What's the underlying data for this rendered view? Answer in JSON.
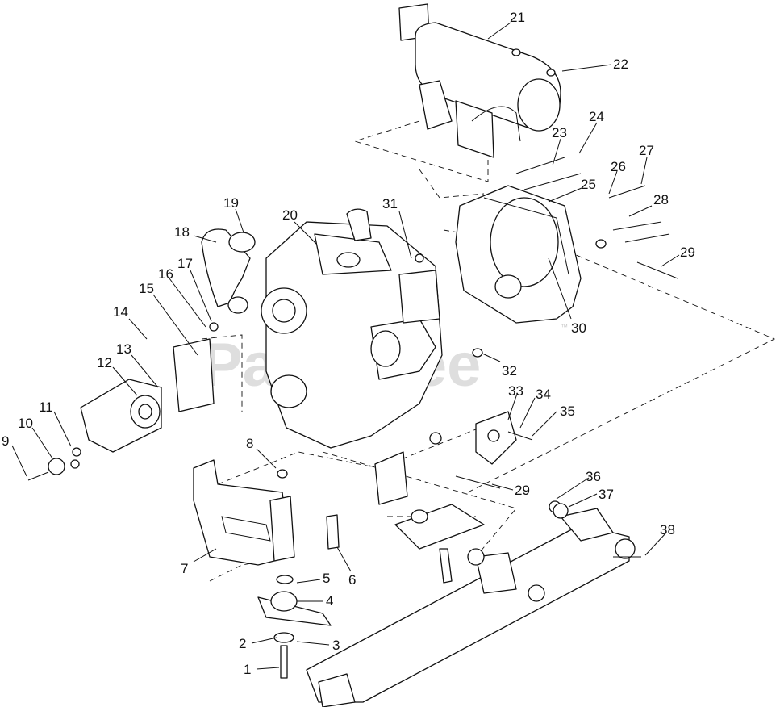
{
  "watermark": {
    "text": "PartsTree",
    "trademark": "™"
  },
  "callouts": [
    "1",
    "2",
    "3",
    "4",
    "5",
    "6",
    "7",
    "8",
    "9",
    "10",
    "11",
    "12",
    "13",
    "14",
    "15",
    "16",
    "17",
    "18",
    "19",
    "20",
    "21",
    "22",
    "23",
    "24",
    "25",
    "26",
    "27",
    "28",
    "29",
    "29",
    "30",
    "31",
    "32",
    "33",
    "34",
    "35",
    "36",
    "37",
    "38"
  ]
}
